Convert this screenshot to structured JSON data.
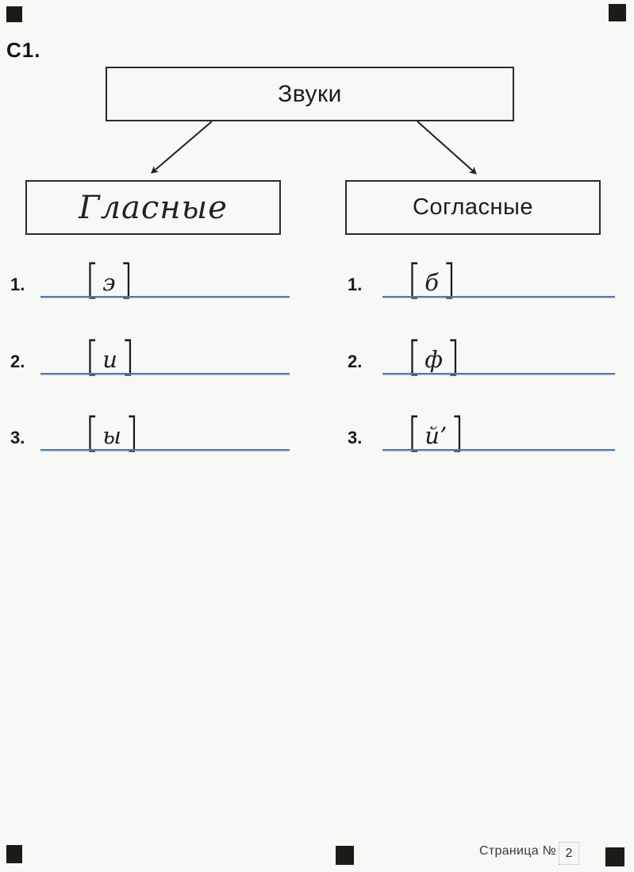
{
  "page": {
    "task_label": "C1."
  },
  "diagram": {
    "root_label": "Звуки",
    "left_label": "Гласные",
    "right_label": "Согласные"
  },
  "brackets": {
    "open": "[",
    "close": "]"
  },
  "answers": {
    "vowels": [
      {
        "num": "1.",
        "sound": "э"
      },
      {
        "num": "2.",
        "sound": "и"
      },
      {
        "num": "3.",
        "sound": "ы"
      }
    ],
    "consonants": [
      {
        "num": "1.",
        "sound": "б"
      },
      {
        "num": "2.",
        "sound": "ф"
      },
      {
        "num": "3.",
        "sound": "й’"
      }
    ]
  },
  "footer": {
    "page_label": "Страница №",
    "page_number": "2"
  },
  "colors": {
    "paper": "#f8f8f6",
    "ink": "#1d1d1b",
    "box_border": "#2b2b28",
    "answer_line_blue": "#4f7ba6",
    "registration_mark": "#1c1c16",
    "dotted_border": "#b0b0b0"
  }
}
